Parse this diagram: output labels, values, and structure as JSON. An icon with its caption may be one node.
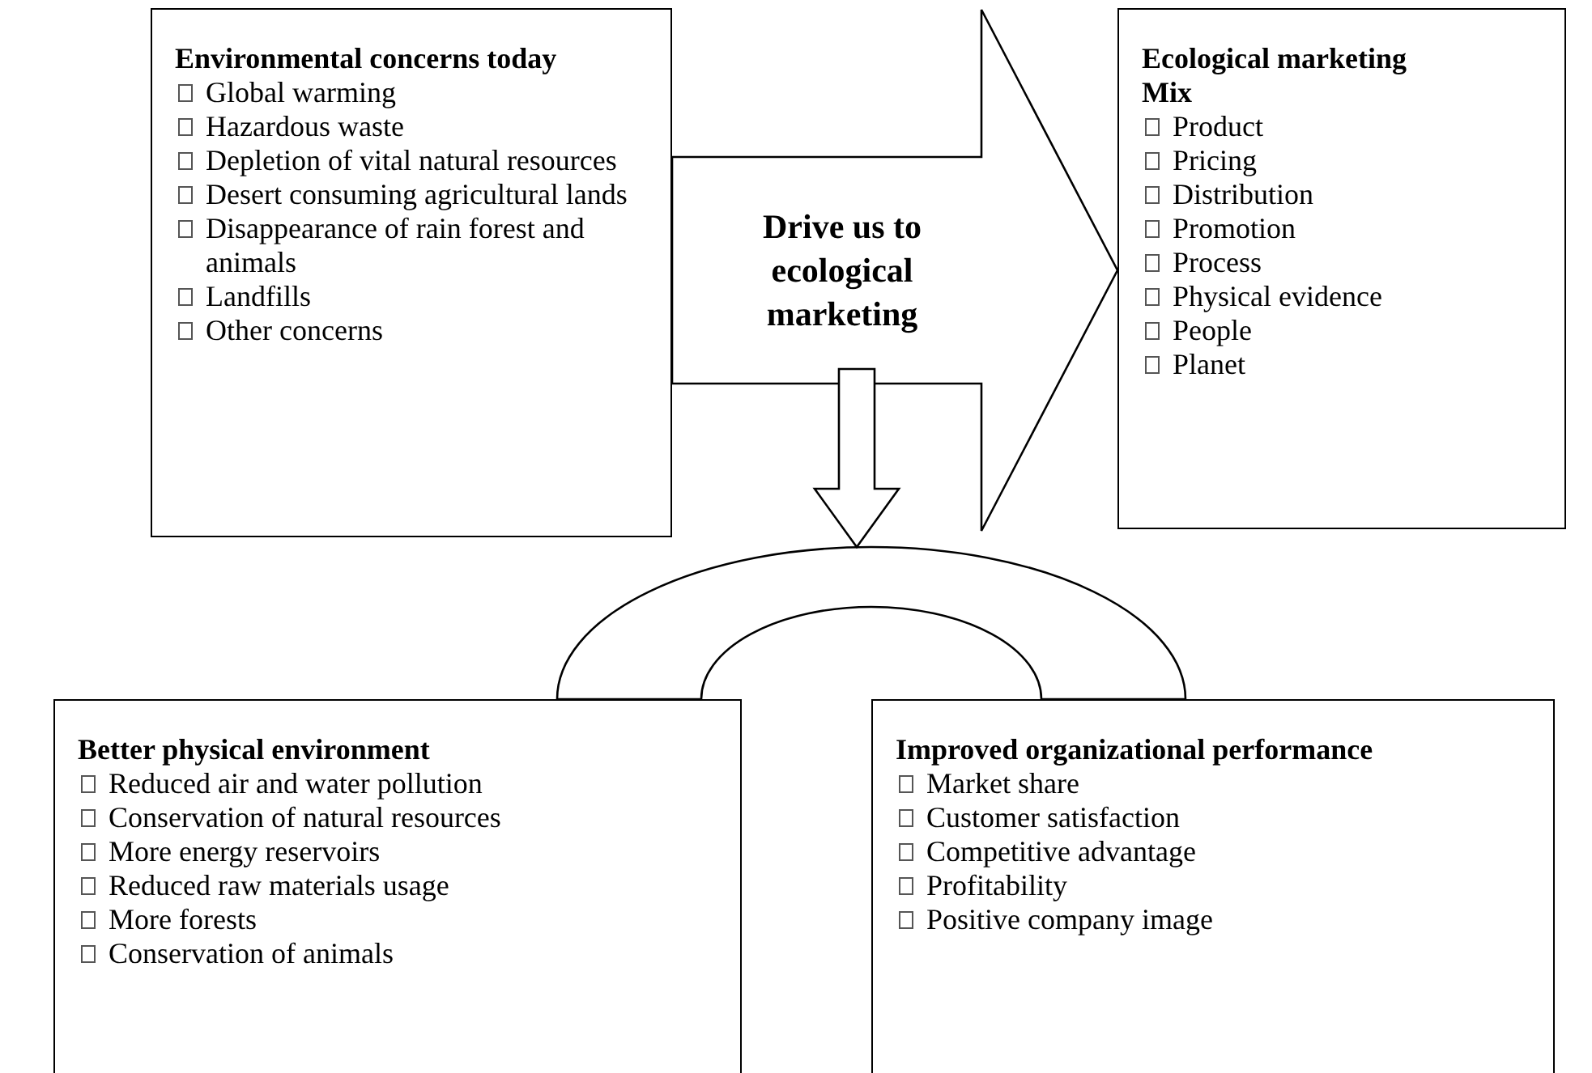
{
  "diagram": {
    "nodes": [
      {
        "text": [
          "Environmental concerns today",
          "Global warming",
          "Hazardous waste",
          "Depletion of vital natural resources",
          "Desert consuming agricultural lands",
          "Disappearance of rain forest and animals",
          "Landfills",
          "Other concerns"
        ]
      },
      {
        "text": [
          "Ecological marketing Mix",
          "Product",
          "Pricing",
          "Distribution",
          "Promotion",
          "Process",
          "Physical evidence",
          "People",
          "Planet"
        ]
      },
      {
        "text": [],
        "shape": "arch"
      },
      {
        "text": [
          "Better physical environment",
          "Reduced air and water pollution",
          "Conservation of natural resources",
          "More energy reservoirs",
          "Reduced raw materials usage",
          "More forests",
          "Conservation of animals"
        ]
      },
      {
        "text": [
          "Improved organizational performance",
          "Market share",
          "Customer satisfaction",
          "Competitive advantage",
          "Profitability",
          "Positive company image"
        ]
      }
    ],
    "edges": [
      {
        "from": 0,
        "to": 1,
        "arrow": "to",
        "label": "Drive us to ecological marketing"
      },
      {
        "from": null,
        "to": 2,
        "arrow": "to"
      }
    ]
  }
}
